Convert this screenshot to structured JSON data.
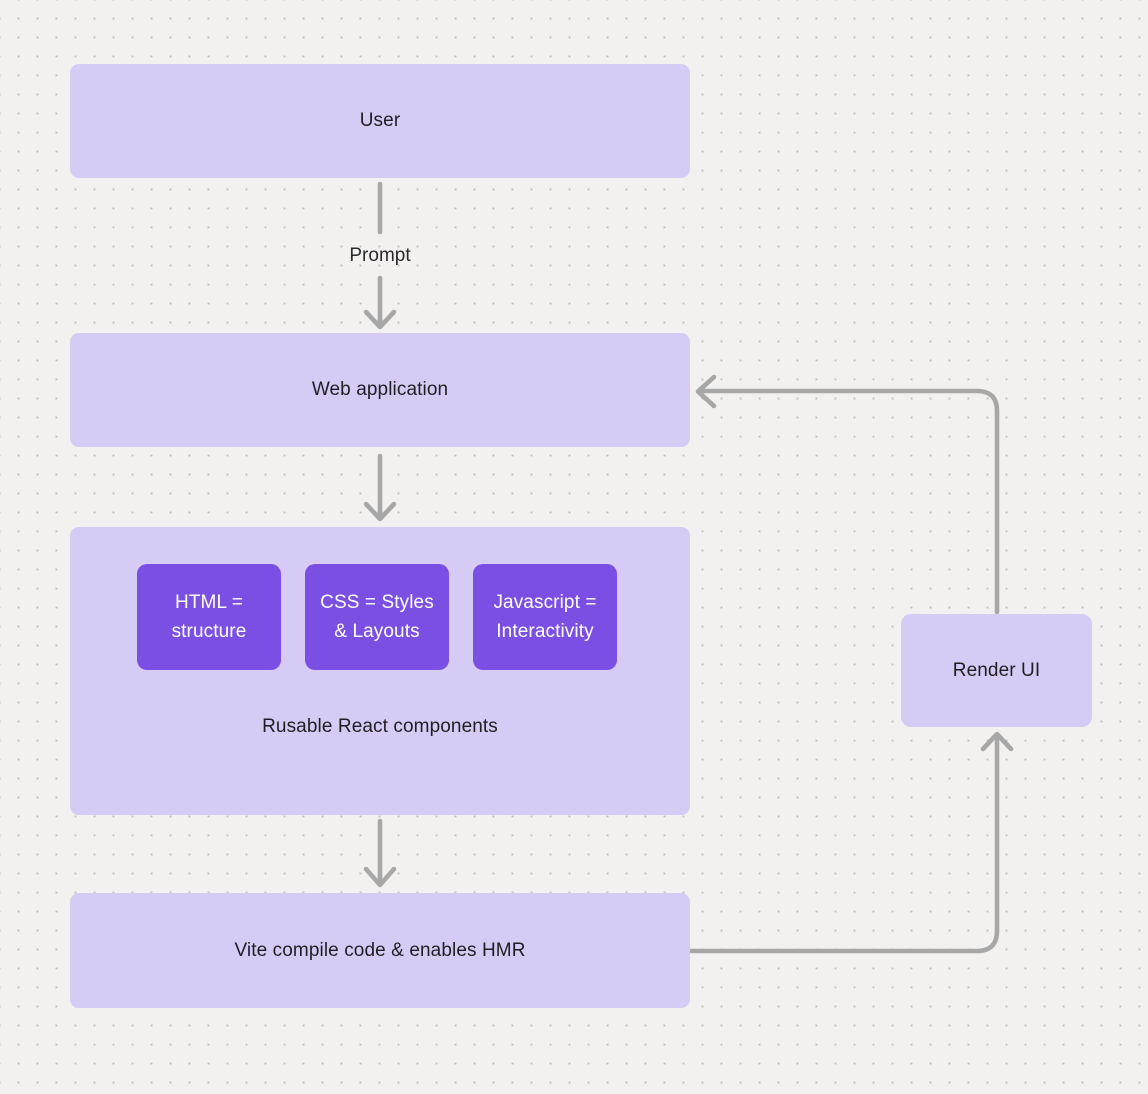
{
  "canvas": {
    "background_color": "#f2f1f0",
    "dot_color": "#c3c1bf"
  },
  "colors": {
    "node_fill": "#d6cbf4",
    "inner_node_fill": "#7c4fe4",
    "inner_node_text": "#ffffff",
    "node_text": "#1f1f23",
    "arrow": "#a7a7a7"
  },
  "nodes": {
    "user": {
      "label": "User"
    },
    "web_application": {
      "label": "Web application"
    },
    "components": {
      "label": "Rusable React components",
      "children": [
        {
          "label": "HTML = structure"
        },
        {
          "label": "CSS = Styles & Layouts"
        },
        {
          "label": "Javascript = Interactivity"
        }
      ]
    },
    "vite": {
      "label": "Vite compile code & enables HMR"
    },
    "render_ui": {
      "label": "Render UI"
    }
  },
  "edge_labels": {
    "prompt": "Prompt"
  }
}
